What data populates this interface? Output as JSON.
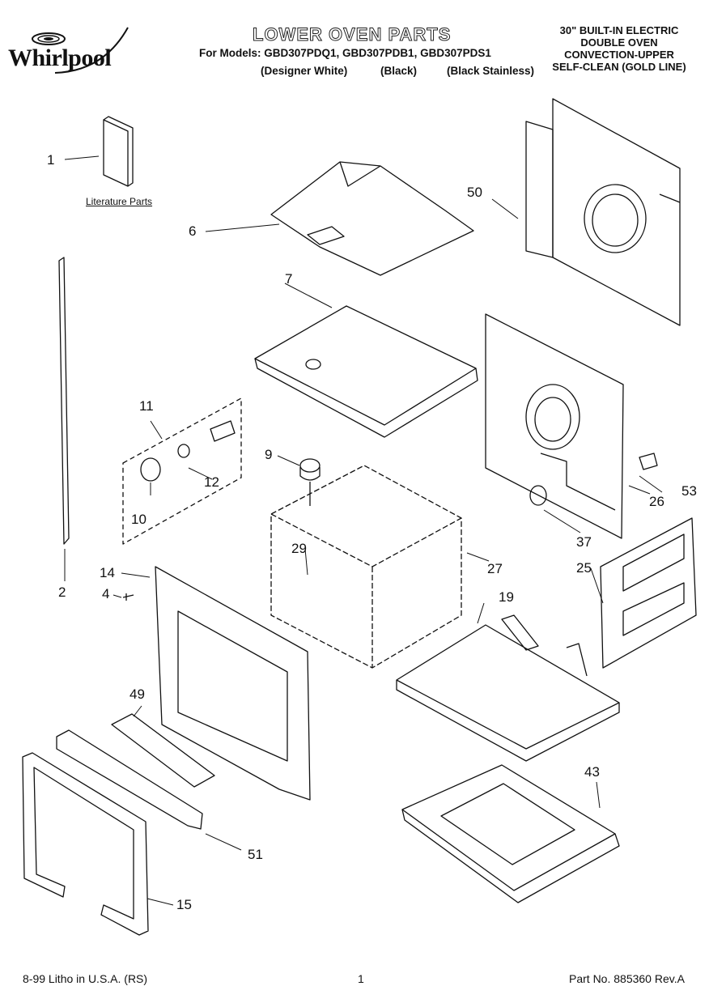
{
  "header": {
    "brand": "Whirlpool",
    "title": "LOWER OVEN PARTS",
    "models_line": "For Models: GBD307PDQ1, GBD307PDB1, GBD307PDS1",
    "variants": [
      "(Designer White)",
      "(Black)",
      "(Black Stainless)"
    ],
    "spec_lines": [
      "30\" BUILT-IN ELECTRIC",
      "DOUBLE OVEN",
      "CONVECTION-UPPER",
      "SELF-CLEAN (GOLD LINE)"
    ]
  },
  "literature_label": "Literature Parts",
  "callouts": {
    "c1": "1",
    "c2": "2",
    "c4": "4",
    "c6": "6",
    "c7": "7",
    "c9": "9",
    "c10": "10",
    "c11": "11",
    "c12": "12",
    "c14": "14",
    "c15": "15",
    "c19": "19",
    "c25": "25",
    "c26": "26",
    "c27": "27",
    "c29": "29",
    "c37": "37",
    "c43": "43",
    "c49": "49",
    "c50": "50",
    "c51": "51",
    "c53": "53"
  },
  "footer": {
    "left": "8-99 Litho in U.S.A. (RS)",
    "center": "1",
    "right": "Part No. 885360 Rev.A"
  }
}
